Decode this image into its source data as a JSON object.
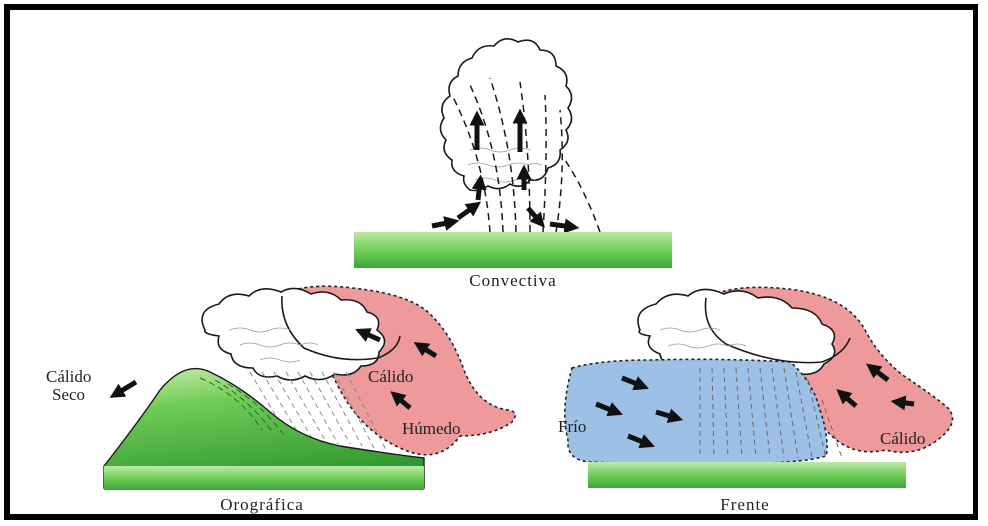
{
  "diagram": {
    "panels": {
      "convectiva": {
        "caption": "Convectiva"
      },
      "orografica": {
        "caption": "Orográfica",
        "label_warm_dry_line1": "Cálido",
        "label_warm_dry_line2": "Seco",
        "label_warm": "Cálido",
        "label_humid": "Húmedo"
      },
      "frente": {
        "caption": "Frente",
        "label_cold": "Frío",
        "label_warm": "Cálido"
      }
    },
    "colors": {
      "warm_air": "#ee9a9a",
      "cold_air": "#9cc0e6",
      "ground_green": "#5bbf4b",
      "mountain_green": "#3fa83a",
      "outline": "#1a1a1a"
    }
  }
}
